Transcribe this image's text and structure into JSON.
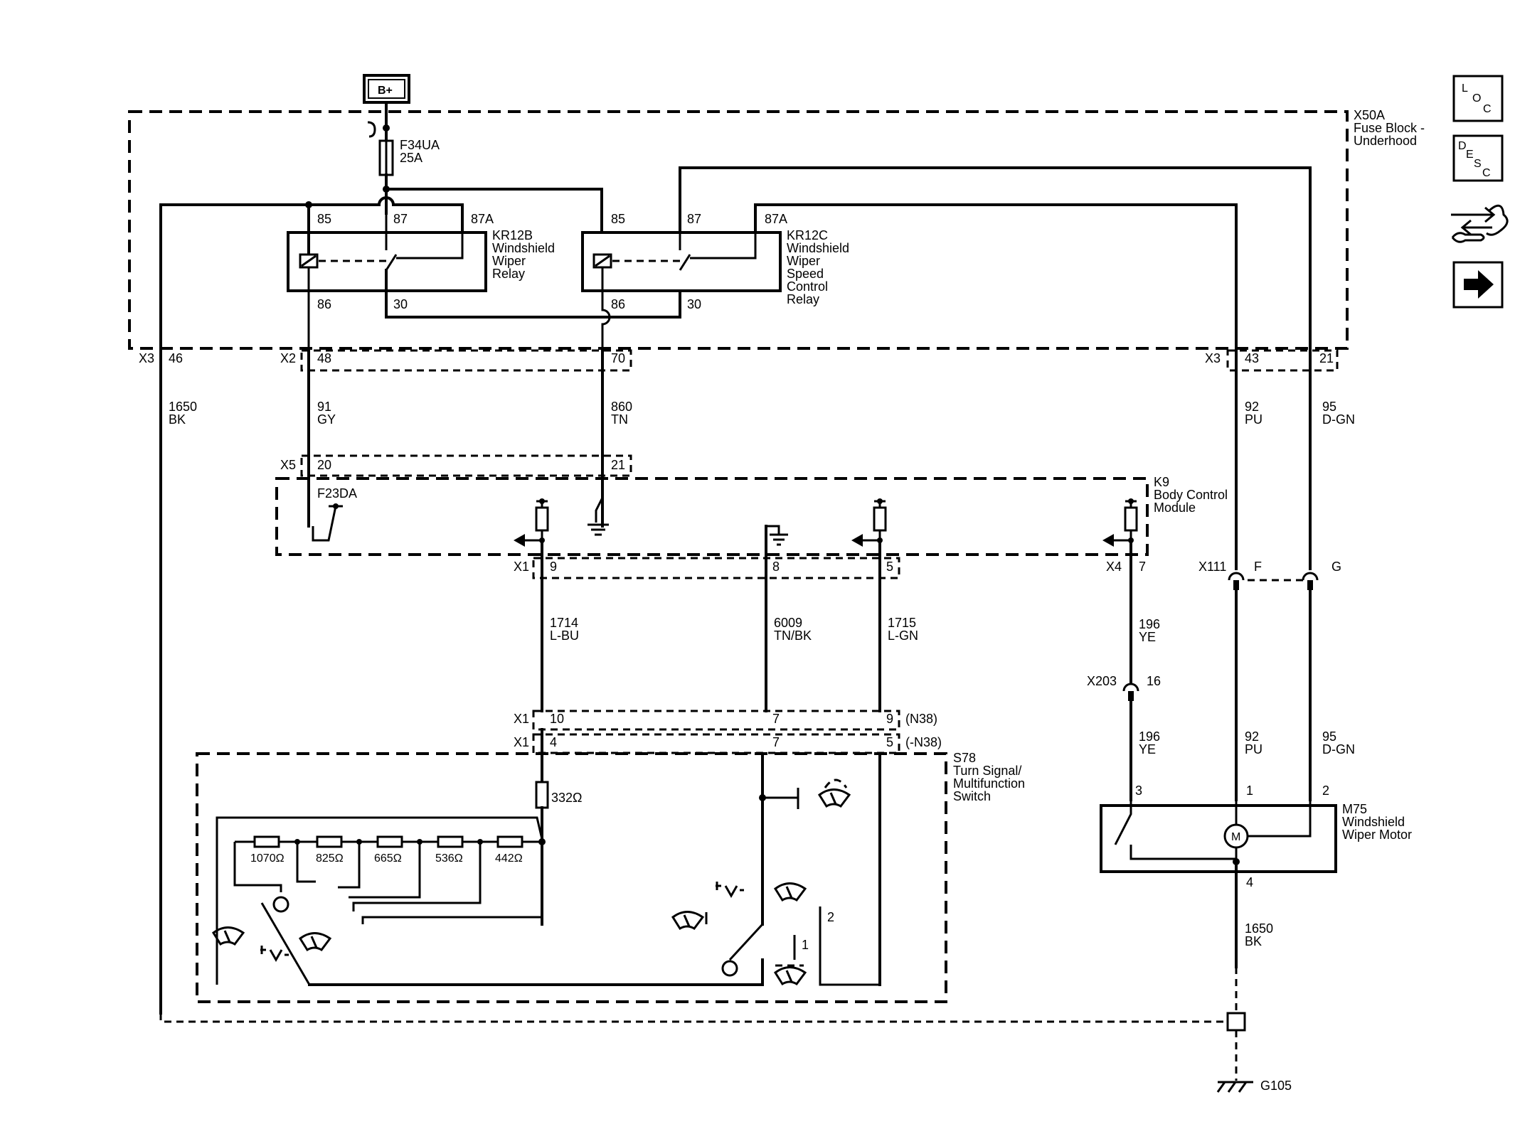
{
  "power": {
    "label": "B+"
  },
  "fuse_block": {
    "id": "X50A",
    "name_line1": "Fuse Block -",
    "name_line2": "Underhood"
  },
  "fuse": {
    "id": "F34UA",
    "rating": "25A"
  },
  "relay_b": {
    "id": "KR12B",
    "lines": [
      "Windshield",
      "Wiper",
      "Relay"
    ],
    "pins": {
      "p85": "85",
      "p87": "87",
      "p87a": "87A",
      "p86": "86",
      "p30": "30"
    }
  },
  "relay_c": {
    "id": "KR12C",
    "lines": [
      "Windshield",
      "Wiper",
      "Speed",
      "Control",
      "Relay"
    ],
    "pins": {
      "p85": "85",
      "p87": "87",
      "p87a": "87A",
      "p86": "86",
      "p30": "30"
    }
  },
  "connectors": {
    "x3a": "X3",
    "x3a_pin": "46",
    "x2": "X2",
    "x2_pin48": "48",
    "x2_pin70": "70",
    "x3b": "X3",
    "x3b_pin43": "43",
    "x3b_pin21": "21",
    "x5": "X5",
    "x5_pin20": "20",
    "x5_pin21": "21",
    "x1a": "X1",
    "x1a_pin9": "9",
    "x1a_pin8": "8",
    "x1a_pin5": "5",
    "x4": "X4",
    "x4_pin7": "7",
    "x111": "X111",
    "x111_f": "F",
    "x111_g": "G",
    "x203": "X203",
    "x203_pin": "16",
    "x1b": "X1",
    "x1b_pin10": "10",
    "x1b_pin7": "7",
    "x1b_pin9": "9",
    "x1b_note": "(N38)",
    "x1c": "X1",
    "x1c_pin4": "4",
    "x1c_pin7": "7",
    "x1c_pin5": "5",
    "x1c_note": "(-N38)"
  },
  "wires": {
    "w1650a": {
      "circuit": "1650",
      "color": "BK"
    },
    "w91": {
      "circuit": "91",
      "color": "GY"
    },
    "w860": {
      "circuit": "860",
      "color": "TN"
    },
    "w92a": {
      "circuit": "92",
      "color": "PU"
    },
    "w95a": {
      "circuit": "95",
      "color": "D-GN"
    },
    "w1714": {
      "circuit": "1714",
      "color": "L-BU"
    },
    "w6009": {
      "circuit": "6009",
      "color": "TN/BK"
    },
    "w1715": {
      "circuit": "1715",
      "color": "L-GN"
    },
    "w196a": {
      "circuit": "196",
      "color": "YE"
    },
    "w196b": {
      "circuit": "196",
      "color": "YE"
    },
    "w92b": {
      "circuit": "92",
      "color": "PU"
    },
    "w95b": {
      "circuit": "95",
      "color": "D-GN"
    },
    "w1650b": {
      "circuit": "1650",
      "color": "BK"
    }
  },
  "bcm": {
    "id": "K9",
    "lines": [
      "Body Control",
      "Module"
    ],
    "fuse": "F23DA"
  },
  "switch": {
    "id": "S78",
    "lines": [
      "Turn Signal/",
      "Multifunction",
      "Switch"
    ],
    "r332": "332Ω",
    "resistors": [
      "1070Ω",
      "825Ω",
      "665Ω",
      "536Ω",
      "442Ω"
    ],
    "pin2": "2",
    "pin1": "1"
  },
  "motor": {
    "id": "M75",
    "lines": [
      "Windshield",
      "Wiper Motor"
    ],
    "symbol": "M",
    "pin3": "3",
    "pin1": "1",
    "pin2": "2",
    "pin4": "4"
  },
  "ground": {
    "id": "G105"
  },
  "sidebar": {
    "loc": [
      "L",
      "O",
      "C"
    ],
    "desc": [
      "D",
      "E",
      "S",
      "C"
    ]
  }
}
